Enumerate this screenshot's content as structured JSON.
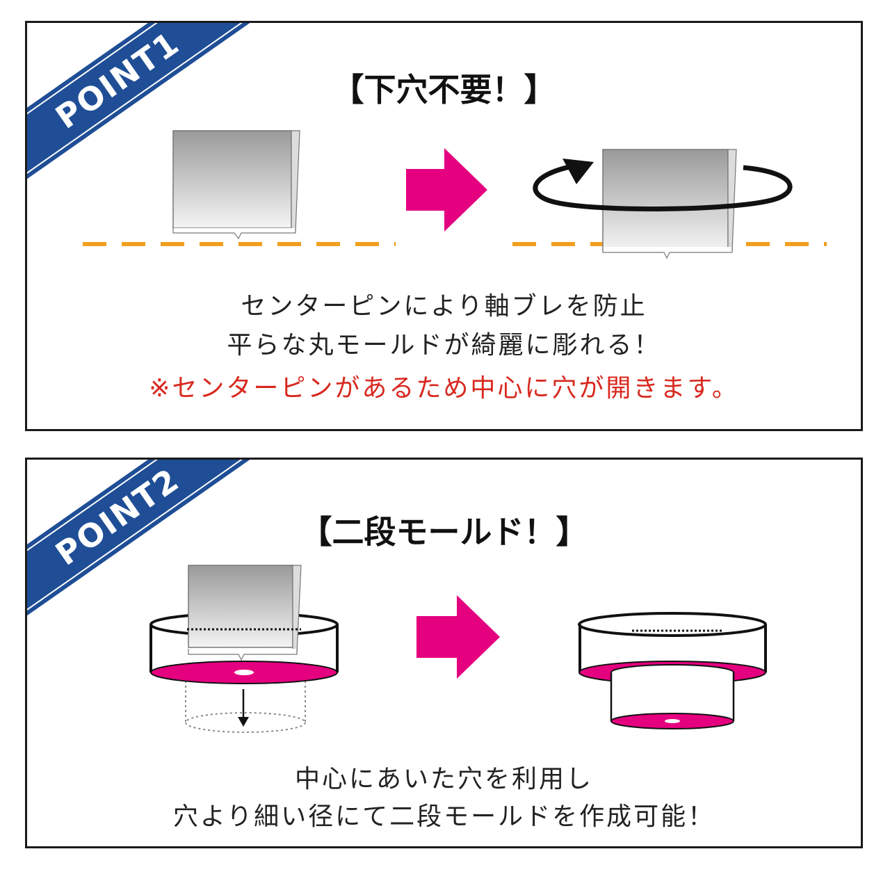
{
  "point1": {
    "badge": "POINT1",
    "title": "【下穴不要！】",
    "lines": [
      "センターピンにより軸ブレを防止",
      "平らな丸モールドが綺麗に彫れる！"
    ],
    "note": "※センターピンがあるため中心に穴が開きます。"
  },
  "point2": {
    "badge": "POINT2",
    "title": "【二段モールド！】",
    "lines": [
      "中心にあいた穴を利用し",
      "穴より細い径にて二段モールドを作成可能！"
    ]
  },
  "colors": {
    "ribbon": "#1f4e96",
    "arrow": "#e4007f",
    "dashed_line": "#f0a020",
    "note_text": "#d8281e",
    "disk": "#e4007f"
  },
  "icons": [
    "arrow-right-icon",
    "rotation-arrow-icon",
    "down-arrow-icon"
  ]
}
